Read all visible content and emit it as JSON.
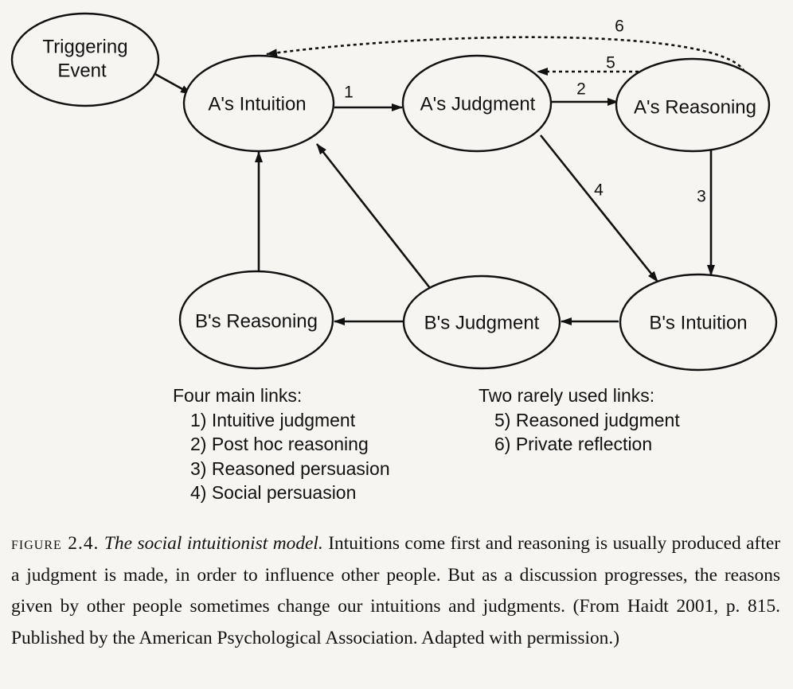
{
  "diagram": {
    "nodes": {
      "triggering_event": [
        "Triggering",
        "Event"
      ],
      "a_intuition": "A's Intuition",
      "a_judgment": "A's Judgment",
      "a_reasoning": "A's Reasoning",
      "b_reasoning": "B's Reasoning",
      "b_judgment": "B's Judgment",
      "b_intuition": "B's Intuition"
    },
    "edges": [
      {
        "from": "Triggering Event",
        "to": "A's Intuition",
        "label": "",
        "style": "solid"
      },
      {
        "from": "A's Intuition",
        "to": "A's Judgment",
        "label": "1",
        "style": "solid"
      },
      {
        "from": "A's Judgment",
        "to": "A's Reasoning",
        "label": "2",
        "style": "solid"
      },
      {
        "from": "A's Reasoning",
        "to": "B's Intuition",
        "label": "3",
        "style": "solid"
      },
      {
        "from": "A's Judgment",
        "to": "B's Intuition",
        "label": "4",
        "style": "solid"
      },
      {
        "from": "A's Reasoning",
        "to": "A's Judgment",
        "label": "5",
        "style": "dotted"
      },
      {
        "from": "A's Reasoning",
        "to": "A's Intuition",
        "label": "6",
        "style": "dotted"
      },
      {
        "from": "B's Intuition",
        "to": "B's Judgment",
        "label": "",
        "style": "solid"
      },
      {
        "from": "B's Judgment",
        "to": "B's Reasoning",
        "label": "",
        "style": "solid"
      },
      {
        "from": "B's Reasoning",
        "to": "A's Intuition",
        "label": "",
        "style": "solid"
      },
      {
        "from": "B's Judgment",
        "to": "A's Intuition",
        "label": "",
        "style": "solid"
      }
    ]
  },
  "legend_main": {
    "title": "Four main links:",
    "items": [
      "1) Intuitive judgment",
      "2) Post hoc reasoning",
      "3) Reasoned persuasion",
      "4) Social persuasion"
    ]
  },
  "legend_rare": {
    "title": "Two rarely used links:",
    "items": [
      "5) Reasoned judgment",
      "6) Private reflection"
    ]
  },
  "caption": {
    "label": "figure 2.4.",
    "title": "The social intuitionist model.",
    "text": "Intuitions come first and reasoning is usually produced after a judgment is made, in order to influence other people. But as a discussion progresses, the reasons given by other people sometimes change our intuitions and judgments. (From Haidt 2001, p. 815. Published by the American Psychological Association. Adapted with permission.)"
  }
}
